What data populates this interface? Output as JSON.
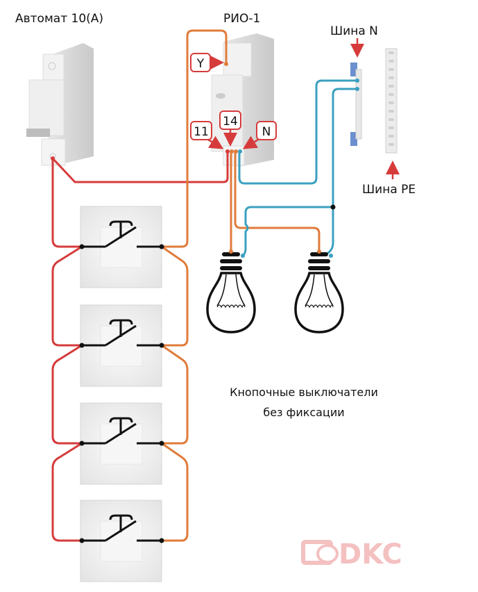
{
  "labels": {
    "breaker": "Автомат 10(А)",
    "rio": "РИО-1",
    "bus_n": "Шина N",
    "bus_pe": "Шина PE",
    "caption_line1": "Кнопочные выключатели",
    "caption_line2": "без фиксации",
    "logo": "DKC"
  },
  "terminals": {
    "y": "Y",
    "t11": "11",
    "t14": "14",
    "n": "N"
  },
  "colors": {
    "phase_wire": "#d63b3b",
    "switched_wire": "#e07b3a",
    "neutral_wire": "#3aa0c0",
    "callout": "#d63b3b",
    "logo": "#f4c0c0"
  },
  "components": {
    "breaker": "circuit-breaker",
    "relay": "impulse-relay",
    "neutral_bus": "neutral-busbar",
    "pe_bus": "pe-busbar",
    "lamps": 2,
    "push_buttons": 4
  }
}
